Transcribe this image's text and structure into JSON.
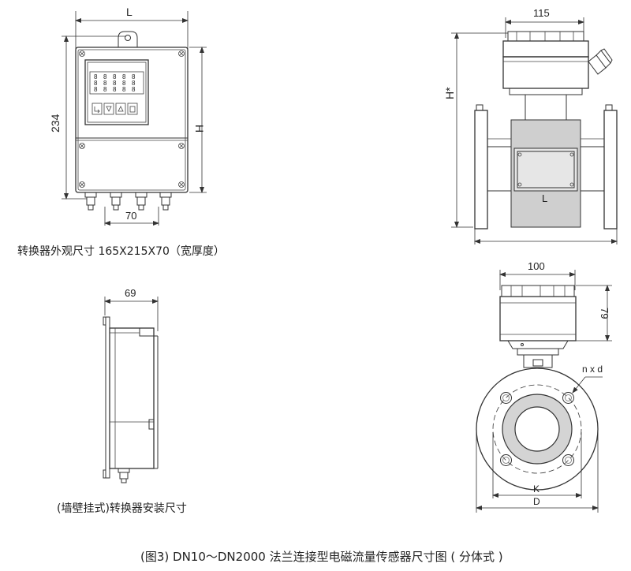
{
  "converter_front": {
    "dim_width": "L",
    "dim_height_total": "234",
    "dim_height": "H",
    "dim_bottom": "70",
    "display_digits": [
      "8",
      "8",
      "8",
      "8",
      "8",
      "8",
      "8",
      "8",
      "8",
      "8",
      "8",
      "8",
      "8",
      "8",
      "8"
    ],
    "buttons": [
      "enter",
      "down",
      "up",
      "set"
    ]
  },
  "sensor_side": {
    "dim_top": "115",
    "dim_height": "H*",
    "dim_length": "L"
  },
  "wall_side": {
    "dim_depth": "69"
  },
  "sensor_end": {
    "dim_head": "100",
    "dim_head_height": "79",
    "dim_bolts": "n x d",
    "dim_k": "K",
    "dim_d": "D"
  },
  "captions": {
    "converter_size": "转换器外观尺寸  165X215X70（宽厚度）",
    "wall_mount": "(墙壁挂式)转换器安装尺寸",
    "figure": "(图3) DN10～DN2000 法兰连接型电磁流量传感器尺寸图 ( 分体式 )"
  }
}
